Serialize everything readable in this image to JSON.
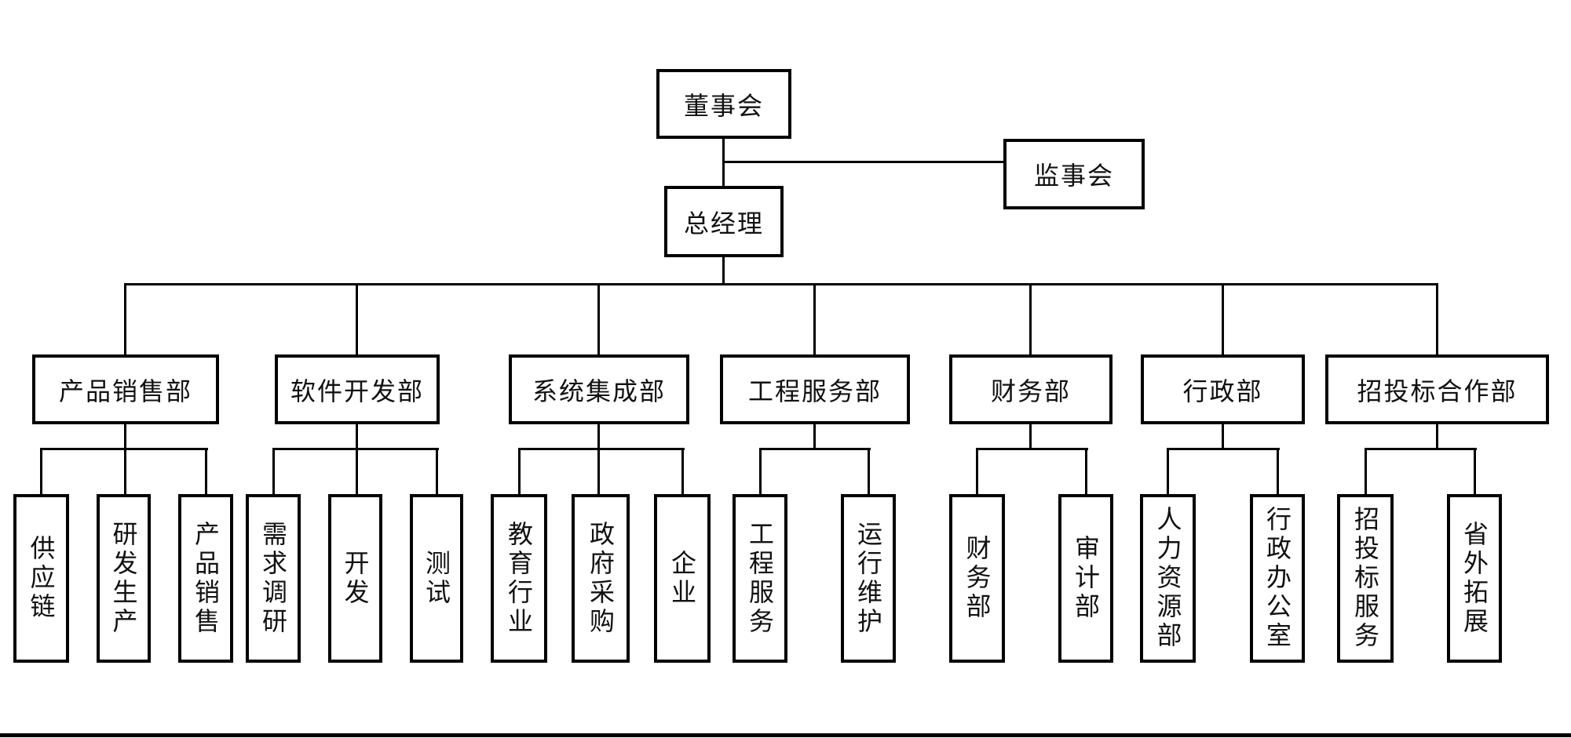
{
  "page": {
    "background_color": "#ffffff",
    "line_color": "#000000",
    "box_border_color": "#000000",
    "text_color": "#111111"
  },
  "org": {
    "board": {
      "label": "董事会"
    },
    "supervisory": {
      "label": "监事会"
    },
    "general_manager": {
      "label": "总经理"
    },
    "departments": [
      {
        "label": "产品销售部",
        "children": [
          {
            "label": "供应链"
          },
          {
            "label": "研发生产"
          },
          {
            "label": "产品销售"
          }
        ]
      },
      {
        "label": "软件开发部",
        "children": [
          {
            "label": "需求调研"
          },
          {
            "label": "开发"
          },
          {
            "label": "测试"
          }
        ]
      },
      {
        "label": "系统集成部",
        "children": [
          {
            "label": "教育行业"
          },
          {
            "label": "政府采购"
          },
          {
            "label": "企业"
          }
        ]
      },
      {
        "label": "工程服务部",
        "children": [
          {
            "label": "工程服务"
          },
          {
            "label": "运行维护"
          }
        ]
      },
      {
        "label": "财务部",
        "children": [
          {
            "label": "财务部"
          },
          {
            "label": "审计部"
          }
        ]
      },
      {
        "label": "行政部",
        "children": [
          {
            "label": "人力资源部"
          },
          {
            "label": "行政办公室"
          }
        ]
      },
      {
        "label": "招投标合作部",
        "children": [
          {
            "label": "招投标服务"
          },
          {
            "label": "省外拓展"
          }
        ]
      }
    ]
  }
}
